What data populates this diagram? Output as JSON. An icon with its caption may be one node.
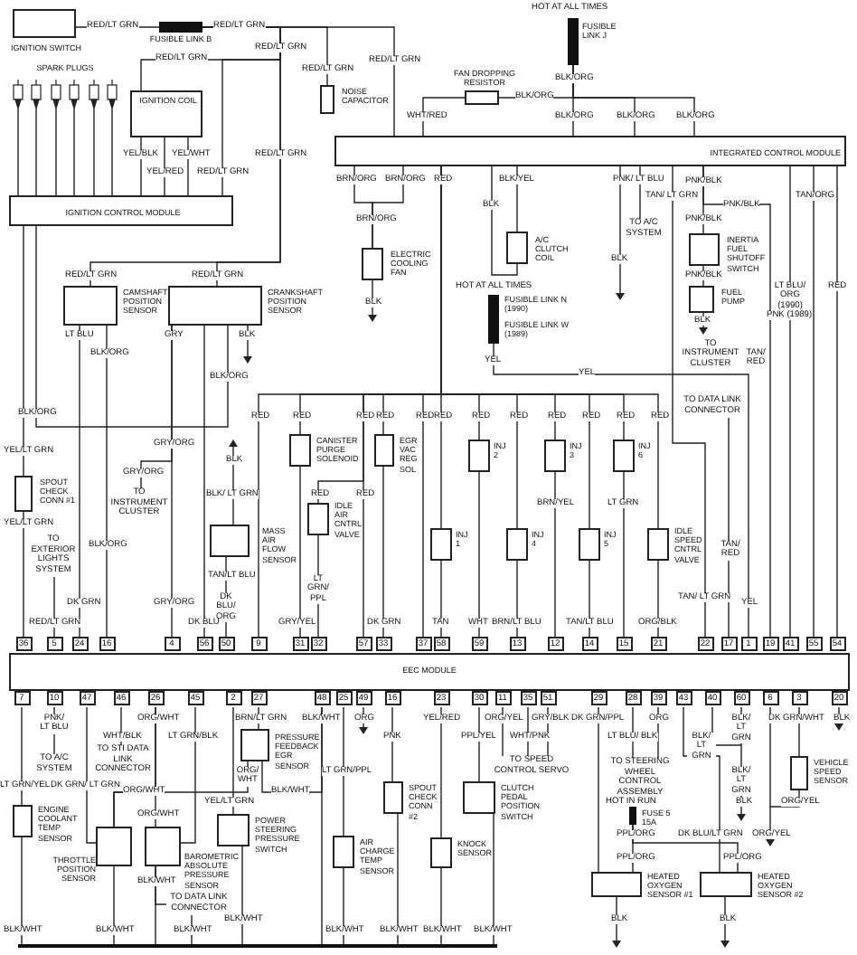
{
  "diagram": {
    "nodes": [
      {
        "text": [
          "IGNITION SWITCH"
        ]
      },
      {
        "text": [
          "FUSIBLE LINK B"
        ]
      },
      {
        "text": [
          "SPARK PLUGS"
        ]
      },
      {
        "text": [
          "IGNITION COIL"
        ]
      },
      {
        "text": [
          "NOISE CAPACITOR"
        ]
      },
      {
        "text": [
          "IGNITION CONTROL MODULE"
        ]
      },
      {
        "text": [
          "CAMSHAFT POSITION SENSOR"
        ]
      },
      {
        "text": [
          "CRANKSHAFT POSITION SENSOR"
        ]
      },
      {
        "text": [
          "FUSIBLE LINK J"
        ]
      },
      {
        "text": [
          "FAN DROPPING RESISTOR"
        ]
      },
      {
        "text": [
          "INTEGRATED CONTROL MODULE"
        ]
      },
      {
        "text": [
          "ELECTRIC COOLING FAN"
        ]
      },
      {
        "text": [
          "A/C CLUTCH COIL"
        ]
      },
      {
        "text": [
          "INERTIA FUEL SHUTOFF SWITCH"
        ]
      },
      {
        "text": [
          "FUEL PUMP"
        ]
      },
      {
        "text": [
          "FUSIBLE LINK N (1990)",
          "FUSIBLE LINK W (1989)"
        ]
      },
      {
        "text": [
          "SPOUT CHECK CONN #1"
        ]
      },
      {
        "text": [
          "CANISTER PURGE SOLENOID"
        ]
      },
      {
        "text": [
          "EGR VAC REG SOL"
        ]
      },
      {
        "text": [
          "IDLE AIR CNTRL VALVE"
        ]
      },
      {
        "text": [
          "MASS AIR FLOW SENSOR"
        ]
      },
      {
        "text": [
          "INJ 1"
        ]
      },
      {
        "text": [
          "INJ 2"
        ]
      },
      {
        "text": [
          "INJ 3"
        ]
      },
      {
        "text": [
          "INJ 4"
        ]
      },
      {
        "text": [
          "INJ 5"
        ]
      },
      {
        "text": [
          "INJ 6"
        ]
      },
      {
        "text": [
          "IDLE SPEED CNTRL VALVE"
        ]
      },
      {
        "text": [
          "EEC MODULE"
        ]
      },
      {
        "text": [
          "ENGINE COOLANT TEMP SENSOR"
        ]
      },
      {
        "text": [
          "THROTTLE POSITION SENSOR"
        ]
      },
      {
        "text": [
          "BAROMETRIC ABSOLUTE PRESSURE SENSOR"
        ]
      },
      {
        "text": [
          "PRESSURE FEEDBACK EGR SENSOR"
        ]
      },
      {
        "text": [
          "POWER STEERING PRESSURE SWITCH"
        ]
      },
      {
        "text": [
          "AIR CHARGE TEMP SENSOR"
        ]
      },
      {
        "text": [
          "SPOUT CHECK CONN #2"
        ]
      },
      {
        "text": [
          "KNOCK SENSOR"
        ]
      },
      {
        "text": [
          "CLUTCH PEDAL POSITION SWITCH"
        ]
      },
      {
        "text": [
          "FUSE 5 15A"
        ]
      },
      {
        "text": [
          "HEATED OXYGEN SENSOR #1"
        ]
      },
      {
        "text": [
          "HEATED OXYGEN SENSOR #2"
        ]
      },
      {
        "text": [
          "VEHICLE SPEED SENSOR"
        ]
      },
      {
        "text": [
          "TO A/C SYSTEM"
        ]
      },
      {
        "text": [
          "TO DATA LINK CONNECTOR"
        ]
      },
      {
        "text": [
          "TO INSTRUMENT CLUSTER"
        ]
      },
      {
        "text": [
          "TO EXTERIOR LIGHTS SYSTEM"
        ]
      },
      {
        "text": [
          "TO STI DATA LINK CONNECTOR"
        ]
      },
      {
        "text": [
          "TO A/C SYSTEM"
        ]
      },
      {
        "text": [
          "TO SPEED CONTROL SERVO"
        ]
      },
      {
        "text": [
          "TO STEERING WHEEL CONTROL ASSEMBLY"
        ]
      },
      {
        "text": [],
        "shape": "bar"
      },
      {
        "text": [
          "TO DATA LINK CONNECTOR"
        ]
      }
    ],
    "edges": [
      {
        "from": 0,
        "to": 1,
        "arrow": "none"
      },
      {
        "from": 1,
        "to": 4,
        "arrow": "none"
      },
      {
        "from": 1,
        "to": 10,
        "arrow": "none"
      },
      {
        "from": 1,
        "to": 3,
        "arrow": "none"
      },
      {
        "from": 1,
        "to": 5,
        "arrow": "none"
      },
      {
        "from": 1,
        "to": 6,
        "arrow": "none"
      },
      {
        "from": 1,
        "to": 7,
        "arrow": "none"
      },
      {
        "from": 2,
        "to": 5,
        "arrow": "none"
      },
      {
        "from": 2,
        "to": 5,
        "arrow": "none"
      },
      {
        "from": 2,
        "to": 5,
        "arrow": "none"
      },
      {
        "from": 2,
        "to": 5,
        "arrow": "none"
      },
      {
        "from": 2,
        "to": 5,
        "arrow": "none"
      },
      {
        "from": 2,
        "to": 5,
        "arrow": "none"
      },
      {
        "from": 3,
        "to": 5,
        "arrow": "none"
      },
      {
        "from": 3,
        "to": 5,
        "arrow": "none"
      },
      {
        "from": 3,
        "to": 5,
        "arrow": "none"
      },
      {
        "from": 5,
        "to": 16,
        "arrow": "none"
      },
      {
        "from": 16,
        "to": 28,
        "arrow": "none"
      },
      {
        "from": 5,
        "to": 28,
        "arrow": "none"
      },
      {
        "from": 6,
        "to": 28,
        "arrow": "none"
      },
      {
        "from": 7,
        "to": 28,
        "arrow": "none"
      },
      {
        "from": 7,
        "to": 28,
        "arrow": "none"
      },
      {
        "from": 6,
        "to": 7,
        "arrow": "none"
      },
      {
        "from": 8,
        "to": 10,
        "arrow": "none"
      },
      {
        "from": 8,
        "to": 10,
        "arrow": "none"
      },
      {
        "from": 8,
        "to": 10,
        "arrow": "none"
      },
      {
        "from": 8,
        "to": 9,
        "arrow": "none"
      },
      {
        "from": 9,
        "to": 10,
        "arrow": "none"
      },
      {
        "from": 10,
        "to": 11,
        "arrow": "none"
      },
      {
        "from": 10,
        "to": 11,
        "arrow": "none"
      },
      {
        "from": 10,
        "to": 12,
        "arrow": "none"
      },
      {
        "from": 10,
        "to": 12,
        "arrow": "none"
      },
      {
        "from": 10,
        "to": 13,
        "arrow": "none"
      },
      {
        "from": 13,
        "to": 14,
        "arrow": "none"
      },
      {
        "from": 10,
        "to": 28,
        "arrow": "none"
      },
      {
        "from": 10,
        "to": 28,
        "arrow": "none"
      },
      {
        "from": 10,
        "to": 28,
        "arrow": "none"
      },
      {
        "from": 10,
        "to": 28,
        "arrow": "none"
      },
      {
        "from": 10,
        "to": 28,
        "arrow": "none"
      },
      {
        "from": 15,
        "to": 28,
        "arrow": "none"
      },
      {
        "from": 10,
        "to": 17,
        "arrow": "none"
      },
      {
        "from": 10,
        "to": 18,
        "arrow": "none"
      },
      {
        "from": 10,
        "to": 19,
        "arrow": "none"
      },
      {
        "from": 10,
        "to": 28,
        "arrow": "none"
      },
      {
        "from": 10,
        "to": 28,
        "arrow": "none"
      },
      {
        "from": 10,
        "to": 28,
        "arrow": "none"
      },
      {
        "from": 10,
        "to": 21,
        "arrow": "none"
      },
      {
        "from": 10,
        "to": 22,
        "arrow": "none"
      },
      {
        "from": 10,
        "to": 24,
        "arrow": "none"
      },
      {
        "from": 10,
        "to": 23,
        "arrow": "none"
      },
      {
        "from": 10,
        "to": 25,
        "arrow": "none"
      },
      {
        "from": 10,
        "to": 26,
        "arrow": "none"
      },
      {
        "from": 10,
        "to": 27,
        "arrow": "none"
      },
      {
        "from": 17,
        "to": 28,
        "arrow": "none"
      },
      {
        "from": 18,
        "to": 28,
        "arrow": "none"
      },
      {
        "from": 19,
        "to": 28,
        "arrow": "none"
      },
      {
        "from": 20,
        "to": 28,
        "arrow": "none"
      },
      {
        "from": 21,
        "to": 28,
        "arrow": "none"
      },
      {
        "from": 22,
        "to": 28,
        "arrow": "none"
      },
      {
        "from": 24,
        "to": 28,
        "arrow": "none"
      },
      {
        "from": 23,
        "to": 28,
        "arrow": "none"
      },
      {
        "from": 25,
        "to": 28,
        "arrow": "none"
      },
      {
        "from": 26,
        "to": 28,
        "arrow": "none"
      },
      {
        "from": 27,
        "to": 28,
        "arrow": "none"
      },
      {
        "from": 28,
        "to": 29,
        "arrow": "none"
      },
      {
        "from": 28,
        "to": 30,
        "arrow": "none"
      },
      {
        "from": 28,
        "to": 30,
        "arrow": "none"
      },
      {
        "from": 28,
        "to": 31,
        "arrow": "none"
      },
      {
        "from": 28,
        "to": 31,
        "arrow": "none"
      },
      {
        "from": 28,
        "to": 32,
        "arrow": "none"
      },
      {
        "from": 32,
        "to": 30,
        "arrow": "none"
      },
      {
        "from": 28,
        "to": 33,
        "arrow": "none"
      },
      {
        "from": 28,
        "to": 34,
        "arrow": "none"
      },
      {
        "from": 28,
        "to": 35,
        "arrow": "none"
      },
      {
        "from": 28,
        "to": 36,
        "arrow": "none"
      },
      {
        "from": 28,
        "to": 37,
        "arrow": "none"
      },
      {
        "from": 28,
        "to": 39,
        "arrow": "none"
      },
      {
        "from": 28,
        "to": 40,
        "arrow": "none"
      },
      {
        "from": 38,
        "to": 39,
        "arrow": "none"
      },
      {
        "from": 38,
        "to": 40,
        "arrow": "none"
      },
      {
        "from": 28,
        "to": 41,
        "arrow": "none"
      },
      {
        "from": 28,
        "to": 41,
        "arrow": "none"
      },
      {
        "from": 10,
        "to": 42,
        "arrow": "none"
      },
      {
        "from": 28,
        "to": 43,
        "arrow": "none"
      },
      {
        "from": 7,
        "to": 44,
        "arrow": "none"
      },
      {
        "from": 28,
        "to": 45,
        "arrow": "none"
      },
      {
        "from": 28,
        "to": 46,
        "arrow": "none"
      },
      {
        "from": 28,
        "to": 47,
        "arrow": "none"
      },
      {
        "from": 28,
        "to": 48,
        "arrow": "none"
      },
      {
        "from": 28,
        "to": 48,
        "arrow": "none"
      },
      {
        "from": 28,
        "to": 48,
        "arrow": "none"
      },
      {
        "from": 28,
        "to": 49,
        "arrow": "none"
      },
      {
        "from": 28,
        "to": 49,
        "arrow": "none"
      },
      {
        "from": 32,
        "to": 28,
        "arrow": "none"
      },
      {
        "from": 29,
        "to": 50,
        "arrow": "none"
      },
      {
        "from": 30,
        "to": 50,
        "arrow": "none"
      },
      {
        "from": 31,
        "to": 50,
        "arrow": "none"
      },
      {
        "from": 33,
        "to": 50,
        "arrow": "none"
      },
      {
        "from": 28,
        "to": 50,
        "arrow": "none"
      },
      {
        "from": 34,
        "to": 50,
        "arrow": "none"
      },
      {
        "from": 35,
        "to": 50,
        "arrow": "none"
      },
      {
        "from": 36,
        "to": 50,
        "arrow": "none"
      },
      {
        "from": 37,
        "to": 50,
        "arrow": "none"
      },
      {
        "from": 31,
        "to": 51,
        "arrow": "none"
      },
      {
        "from": 51,
        "to": 50,
        "arrow": "none"
      }
    ],
    "labels": [
      "HOT AT ALL TIMES",
      "RED/LT GRN",
      "RED/LT GRN",
      "RED/LT GRN",
      "RED/LT GRN",
      "RED/LT GRN",
      "RED/LT GRN",
      "BLK/ORG",
      "BLK/ORG",
      "WHT/RED",
      "BLK/ORG",
      "BLK/ORG",
      "BLK/ORG",
      "YEL/BLK",
      "YEL/WHT",
      "RED/LT GRN",
      "YEL/RED",
      "RED/LT GRN",
      "BRN/ORG",
      "BRN/ORG",
      "RED",
      "BLK/YEL",
      "PNK/ LT BLU",
      "PNK/BLK",
      "TAN/ LT GRN",
      "TAN/ORG",
      "BLK",
      "PNK/BLK",
      "BRN/ORG",
      "PNK/BLK",
      "BLK",
      "RED/LT GRN",
      "RED/LT GRN",
      "PNK/BLK",
      "HOT AT ALL TIMES",
      "LT BLU/ ORG (1990)",
      "RED",
      "BLK",
      "PNK (1989)",
      "BLK",
      "LT BLU",
      "GRY",
      "BLK",
      "TO INSTRUMENT CLUSTER",
      "BLK/ORG",
      "TAN/ RED",
      "YEL",
      "YEL",
      "BLK/ORG",
      "BLK/ORG",
      "RED",
      "RED",
      "RED",
      "RED",
      "RED",
      "RED",
      "RED",
      "RED",
      "RED",
      "RED",
      "RED",
      "RED",
      "GRY/ORG",
      "YEL/LT GRN",
      "BLK",
      "GRY/ORG",
      "BLK/ LT GRN",
      "RED",
      "RED",
      "BRN/YEL",
      "LT GRN",
      "YEL/LT GRN",
      "BLK/ORG",
      "TAN/ RED",
      "TAN/LT BLU",
      "LT GRN/ PPL",
      "DK BLU/ ORG",
      "TAN/ LT GRN",
      "DK GRN",
      "GRY/ORG",
      "YEL",
      "RED/LT GRN",
      "DK BLU",
      "GRY/YEL",
      "DK GRN",
      "TAN",
      "WHT",
      "BRN/LT BLU",
      "TAN/LT BLU",
      "ORG/BLK",
      "36",
      "5",
      "24",
      "16",
      "4",
      "56",
      "50",
      "9",
      "31",
      "32",
      "57",
      "33",
      "37",
      "58",
      "59",
      "13",
      "12",
      "14",
      "15",
      "21",
      "22",
      "17",
      "1",
      "19",
      "41",
      "55",
      "54",
      "7",
      "10",
      "47",
      "46",
      "26",
      "45",
      "2",
      "27",
      "48",
      "25",
      "49",
      "16",
      "23",
      "30",
      "11",
      "35",
      "51",
      "29",
      "28",
      "39",
      "43",
      "40",
      "60",
      "6",
      "3",
      "20",
      "PNK/ LT BLU",
      "ORG/WHT",
      "BRN/LT GRN",
      "BLK/WHT",
      "ORG",
      "YEL/RED",
      "ORG/YEL",
      "GRY/BLK",
      "DK GRN/PPL",
      "ORG",
      "BLK/ LT GRN",
      "DK GRN/WHT",
      "BLK",
      "WHT/BLK",
      "LT GRN/BLK",
      "PNK",
      "PPL/YEL",
      "WHT/PNK",
      "LT BLU/ BLK",
      "BLK/ LT GRN",
      "ORG/ WHT",
      "LT GRN/PPL",
      "BLK/ LT GRN",
      "LT GRN/YEL",
      "DK GRN/ LT GRN",
      "ORG/WHT",
      "BLK/WHT",
      "YEL/LT GRN",
      "HOT IN RUN",
      "BLK",
      "ORG/YEL",
      "ORG/WHT",
      "PPL/ORG",
      "DK BLU/LT GRN",
      "ORG/YEL",
      "PPL/ORG",
      "PPL/ORG",
      "BLK/WHT",
      "BLK/WHT",
      "BLK",
      "BLK",
      "BLK/WHT",
      "BLK/WHT",
      "BLK/WHT",
      "BLK/WHT",
      "BLK/WHT",
      "BLK/WHT",
      "BLK/WHT"
    ]
  }
}
